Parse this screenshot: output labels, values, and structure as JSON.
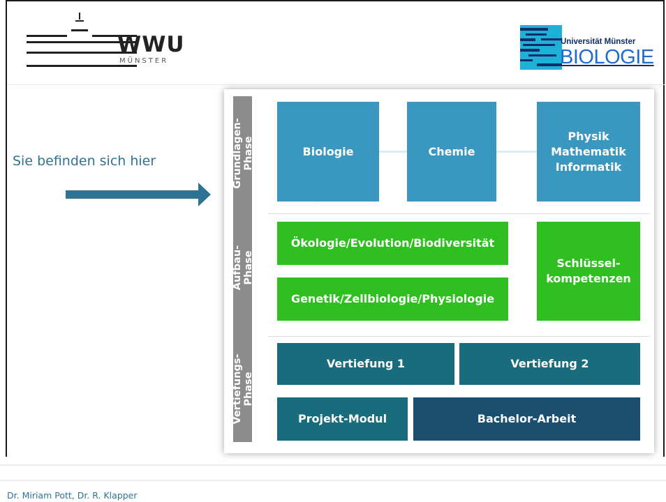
{
  "header": {
    "wwu_logo": {
      "wordmark": "WWU",
      "city": "MÜNSTER"
    },
    "bio_logo": {
      "university": "Universität Münster",
      "subject": "BIOLOGIE"
    }
  },
  "callout": {
    "text": "Sie befinden sich hier",
    "arrow_color": "#2e7391"
  },
  "diagram": {
    "phases": [
      {
        "label": "Grundlagen-\nPhase"
      },
      {
        "label": "Aufbau-\nPhase"
      },
      {
        "label": "Vertiefungs-\nPhase"
      }
    ],
    "grundlagen": [
      {
        "label": "Biologie"
      },
      {
        "label": "Chemie"
      },
      {
        "label": "Physik\nMathematik\nInformatik"
      }
    ],
    "aufbau": [
      {
        "label": "Ökologie/Evolution/Biodiversität"
      },
      {
        "label": "Genetik/Zellbiologie/Physiologie"
      },
      {
        "label": "Schlüssel-\nkompetenzen"
      }
    ],
    "vertiefung": [
      {
        "label": "Vertiefung 1"
      },
      {
        "label": "Vertiefung 2"
      },
      {
        "label": "Projekt-Modul"
      },
      {
        "label": "Bachelor-Arbeit"
      }
    ],
    "colors": {
      "grundlagen": "#3a97bf",
      "aufbau": "#2fbf21",
      "vertiefung": "#186c7c",
      "bachelor": "#1b4f70",
      "phase_bar": "#8c8c8c"
    }
  },
  "footer": {
    "authors": "Dr. Miriam Pott, Dr. R. Klapper"
  }
}
